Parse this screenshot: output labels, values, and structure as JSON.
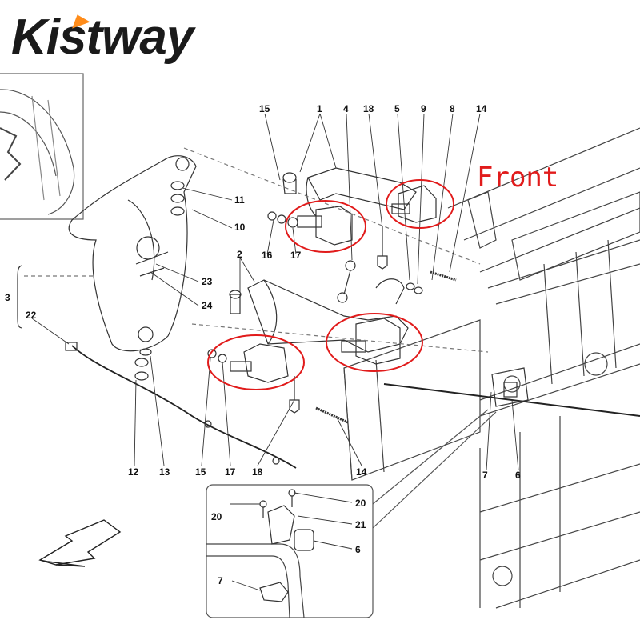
{
  "brand": {
    "logo_text": "Kistway",
    "accent_color": "#ff8c1a"
  },
  "annotation": {
    "front_label": "Front",
    "highlight_color": "#e11b1b"
  },
  "callouts": [
    {
      "id": "c15a",
      "label": "15"
    },
    {
      "id": "c1",
      "label": "1"
    },
    {
      "id": "c4",
      "label": "4"
    },
    {
      "id": "c18a",
      "label": "18"
    },
    {
      "id": "c5",
      "label": "5"
    },
    {
      "id": "c9",
      "label": "9"
    },
    {
      "id": "c8",
      "label": "8"
    },
    {
      "id": "c14a",
      "label": "14"
    },
    {
      "id": "c11",
      "label": "11"
    },
    {
      "id": "c10",
      "label": "10"
    },
    {
      "id": "c16",
      "label": "16"
    },
    {
      "id": "c17a",
      "label": "17"
    },
    {
      "id": "c2",
      "label": "2"
    },
    {
      "id": "c23",
      "label": "23"
    },
    {
      "id": "c24",
      "label": "24"
    },
    {
      "id": "c3",
      "label": "3"
    },
    {
      "id": "c22",
      "label": "22"
    },
    {
      "id": "c12",
      "label": "12"
    },
    {
      "id": "c13",
      "label": "13"
    },
    {
      "id": "c15b",
      "label": "15"
    },
    {
      "id": "c17b",
      "label": "17"
    },
    {
      "id": "c18b",
      "label": "18"
    },
    {
      "id": "c14b",
      "label": "14"
    },
    {
      "id": "c7a",
      "label": "7"
    },
    {
      "id": "c6a",
      "label": "6"
    },
    {
      "id": "c20a",
      "label": "20"
    },
    {
      "id": "c20b",
      "label": "20"
    },
    {
      "id": "c21",
      "label": "21"
    },
    {
      "id": "c6b",
      "label": "6"
    },
    {
      "id": "c7b",
      "label": "7"
    }
  ]
}
